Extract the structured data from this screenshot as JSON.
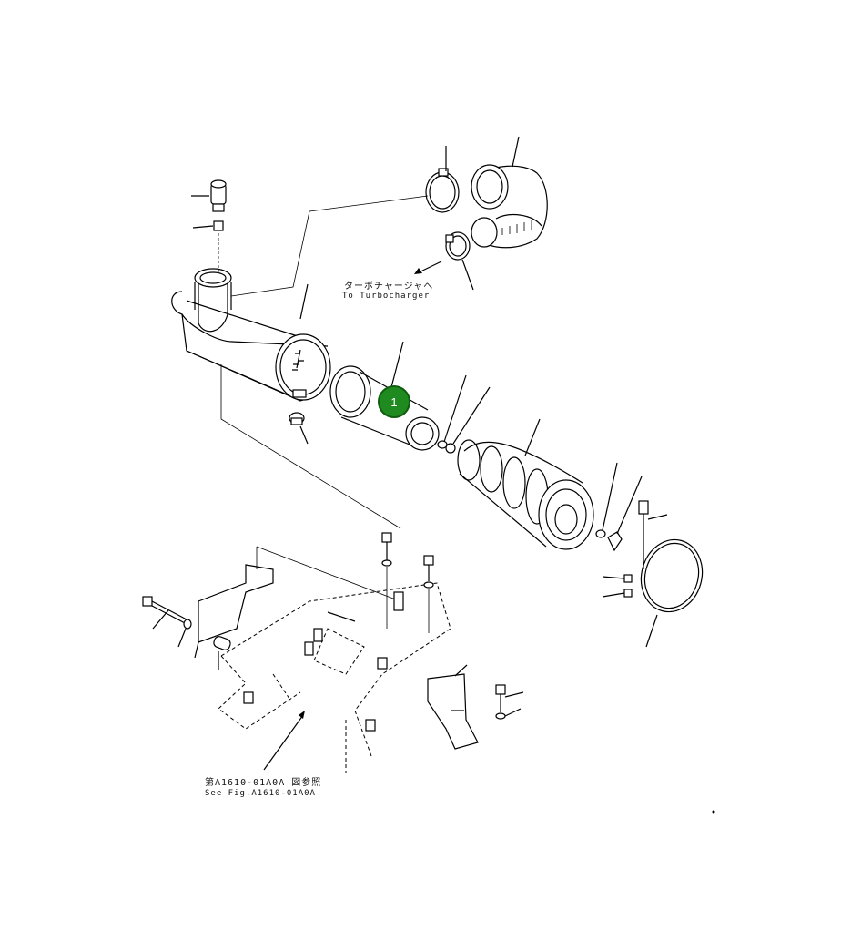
{
  "callouts": {
    "turbo_jp": "ターボチャージャへ",
    "turbo_en": "To Turbocharger",
    "figref_jp": "第A1610-01A0A 図参照",
    "figref_en": "See Fig.A1610-01A0A"
  },
  "markers": [
    {
      "label": "1",
      "color": "#1f8a1f"
    }
  ]
}
